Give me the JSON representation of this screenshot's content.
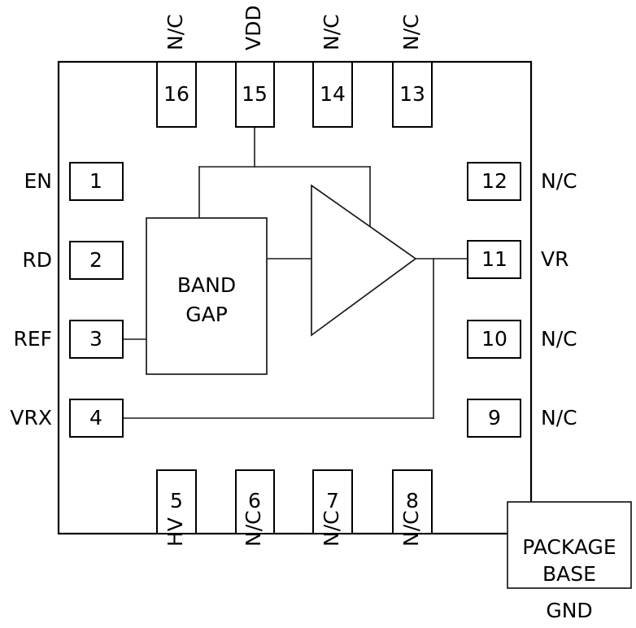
{
  "diagram": {
    "type": "ic-pin-configuration",
    "package_base": {
      "box_label_line1": "PACKAGE",
      "box_label_line2": "BASE",
      "ground_label": "GND"
    },
    "blocks": [
      {
        "id": "bandgap",
        "label_line1": "BAND",
        "label_line2": "GAP"
      },
      {
        "id": "amplifier",
        "label": ""
      }
    ],
    "pins": {
      "top": [
        {
          "number": "16",
          "label": "N/C"
        },
        {
          "number": "15",
          "label": "VDD"
        },
        {
          "number": "14",
          "label": "N/C"
        },
        {
          "number": "13",
          "label": "N/C"
        }
      ],
      "left": [
        {
          "number": "1",
          "label": "EN"
        },
        {
          "number": "2",
          "label": "RD"
        },
        {
          "number": "3",
          "label": "REF"
        },
        {
          "number": "4",
          "label": "VRX"
        }
      ],
      "bottom": [
        {
          "number": "5",
          "label": "HV"
        },
        {
          "number": "6",
          "label": "N/C"
        },
        {
          "number": "7",
          "label": "N/C"
        },
        {
          "number": "8",
          "label": "N/C"
        }
      ],
      "right": [
        {
          "number": "12",
          "label": "N/C"
        },
        {
          "number": "11",
          "label": "VR"
        },
        {
          "number": "10",
          "label": "N/C"
        },
        {
          "number": "9",
          "label": "N/C"
        }
      ]
    },
    "colors": {
      "line": "#1a1a1a",
      "outline": "#000000",
      "text": "#000000",
      "background": "#ffffff"
    }
  }
}
